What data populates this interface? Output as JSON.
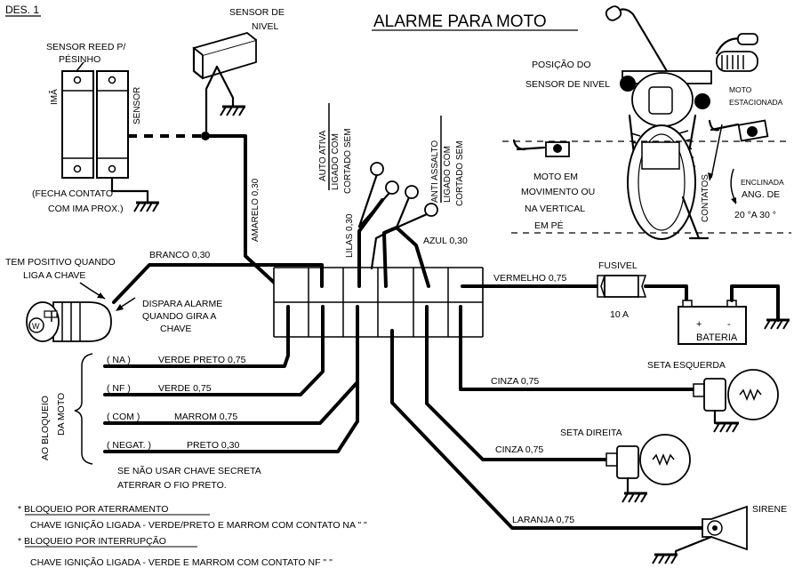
{
  "header": {
    "figure_label": "DES. 1",
    "title": "ALARME PARA MOTO"
  },
  "reed_sensor": {
    "title_line1": "SENSOR REED P/",
    "title_line2": "PÉSINHO",
    "magnet_label": "IMÃ",
    "sensor_label": "SENSOR",
    "note_line1": "(FECHA CONTATO",
    "note_line2": "COM IMA PROX.)"
  },
  "level_sensor": {
    "title_line1": "SENSOR DE",
    "title_line2": "NIVEL"
  },
  "wires": {
    "amarelo": "AMARELO 0,30",
    "branco": "BRANCO 0,30",
    "lilas": "LILAS 0,30",
    "azul": "AZUL 0,30",
    "vermelho": "VERMELHO 0,75",
    "cinza_esq": "CINZA 0,75",
    "cinza_dir": "CINZA 0,75",
    "laranja": "LARANJA 0,75"
  },
  "switches": {
    "auto_ativa_line1": "AUTO ATIVA",
    "auto_ativa_line2": "LIGADO COM",
    "auto_ativa_line3": "CORTADO SEM",
    "anti_assalto_line1": "ANTI ASSALTO",
    "anti_assalto_line2": "LIGADO COM",
    "anti_assalto_line3": "CORTADO SEM"
  },
  "ignition": {
    "note_line1": "TEM POSITIVO QUANDO",
    "note_line2": "LIGA A CHAVE",
    "trigger_line1": "DISPARA ALARME",
    "trigger_line2": "QUANDO GIRA A",
    "trigger_line3": "CHAVE",
    "key_symbol": "W"
  },
  "power": {
    "fuse_label": "FUSIVEL",
    "fuse_value": "10 A",
    "battery_label": "BATERIA",
    "plus": "+",
    "minus": "-"
  },
  "outputs": {
    "seta_esquerda": "SETA ESQUERDA",
    "seta_direita": "SETA DIREITA",
    "sirene": "SIRENE"
  },
  "block": {
    "side_line1": "AO BLOQUEIO",
    "side_line2": "DA MOTO",
    "rows": [
      {
        "code": "( NA )",
        "wire": "VERDE  PRETO 0,75"
      },
      {
        "code": "( NF )",
        "wire": "VERDE  0,75"
      },
      {
        "code": "( COM )",
        "wire": "MARROM  0,75"
      },
      {
        "code": "( NEGAT. )",
        "wire": "PRETO   0,30"
      }
    ],
    "note_line1": "SE NÃO USAR CHAVE SECRETA",
    "note_line2": "ATERRAR O FIO PRETO."
  },
  "moto": {
    "position_line1": "POSIÇÃO DO",
    "position_line2": "SENSOR DE NIVEL",
    "parked_line1": "MOTO",
    "parked_line2": "ESTACIONADA",
    "moving_line1": "MOTO EM",
    "moving_line2": "MOVIMENTO OU",
    "moving_line3": "NA VERTICAL",
    "moving_line4": "EM PÉ",
    "contacts": "CONTATOS",
    "incline_line1": "ENCLINADA",
    "incline_line2": "ANG. DE",
    "incline_range": "20 °A  30  °"
  },
  "notes": {
    "ground_title": "* BLOQUEIO POR ATERRAMENTO",
    "ground_text": "CHAVE IGNIÇÃO LIGADA - VERDE/PRETO E MARROM COM CONTATO  NA  \"  \"",
    "interrupt_title": "* BLOQUEIO POR INTERRUPÇÃO",
    "interrupt_text": "CHAVE IGNIÇÃO LIGADA - VERDE E MARROM COM CONTATO  NF \"   \""
  }
}
